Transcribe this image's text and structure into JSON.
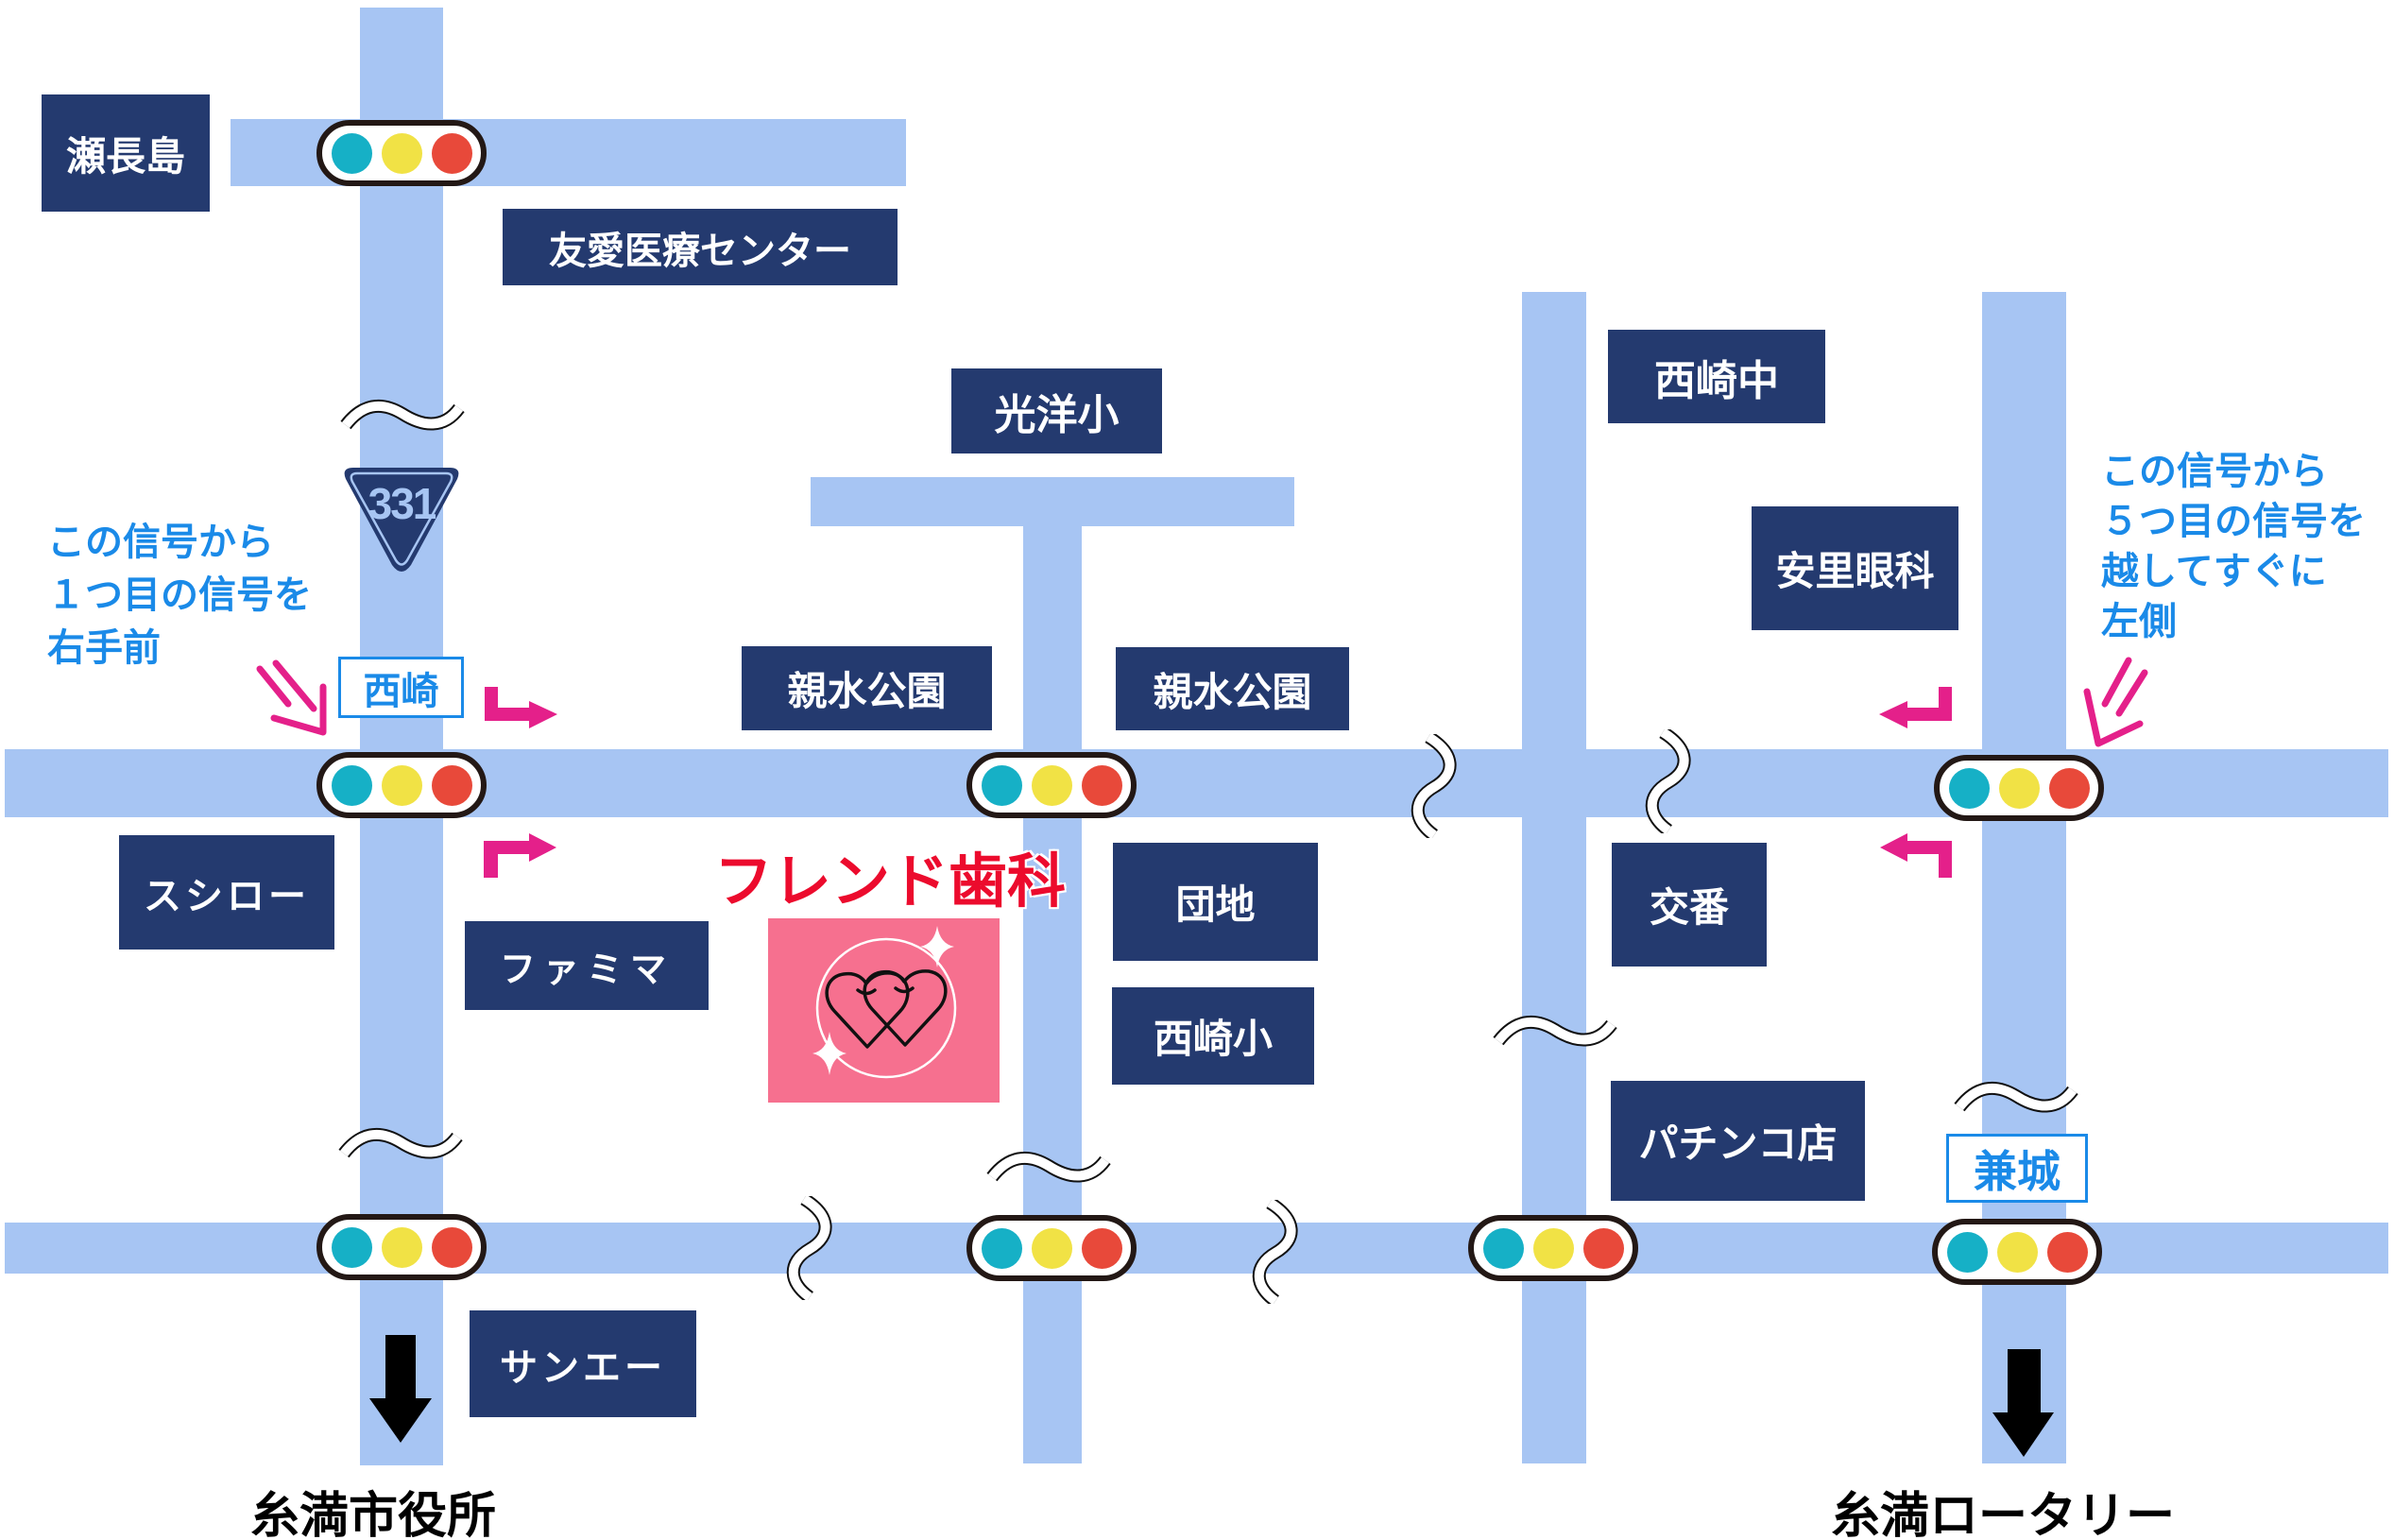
{
  "colors": {
    "road": "#a7c5f3",
    "landmark_box": "#243a6f",
    "landmark_text": "#ffffff",
    "annotation": "#1a8ae8",
    "turn_arrow": "#e4208a",
    "clinic_name": "#ec0b2d",
    "clinic_box": "#f6708f",
    "signal_frame": "#231815",
    "signal_green": "#16b0c6",
    "signal_yellow": "#f1e245",
    "signal_red": "#e8493a",
    "destination_arrow": "#000000"
  },
  "landmarks": {
    "senagajima": "瀬長島",
    "yuai_medical_center": "友愛医療センター",
    "koyo_elementary": "光洋小",
    "nishizaki_junior_high": "西崎中",
    "asato_eye_clinic": "安里眼科",
    "shinsui_park_west": "親水公園",
    "shinsui_park_east": "親水公園",
    "sushiro": "スシロー",
    "familymart": "ファミマ",
    "danchi": "団地",
    "nishizaki_elementary": "西崎小",
    "koban": "交番",
    "pachinko": "パチンコ店",
    "san_a": "サンエー"
  },
  "intersections": {
    "nishizaki": "西崎",
    "kaneshiro": "兼城"
  },
  "route_shield": {
    "number": "331",
    "icon": "route-shield-icon"
  },
  "clinic": {
    "name": "フレンド歯科",
    "logo_icon": "hearts-logo-icon"
  },
  "annotations": {
    "west": {
      "lines": [
        "この信号から",
        "１つ目の信号を",
        "右手前"
      ]
    },
    "east": {
      "lines": [
        "この信号から",
        "５つ目の信号を",
        "越してすぐに",
        "左側"
      ]
    }
  },
  "destinations": {
    "city_hall": "糸満市役所",
    "rotary": "糸満ロータリー"
  },
  "traffic_lights": {
    "lamps": [
      "green",
      "yellow",
      "red"
    ]
  },
  "icons": {
    "traffic_light": "traffic-light-icon",
    "turn_arrow": "turn-arrow-icon",
    "approach_arrow": "double-arrow-icon",
    "destination_arrow": "down-arrow-icon",
    "road_break": "road-break-icon",
    "sparkle": "sparkle-icon"
  }
}
